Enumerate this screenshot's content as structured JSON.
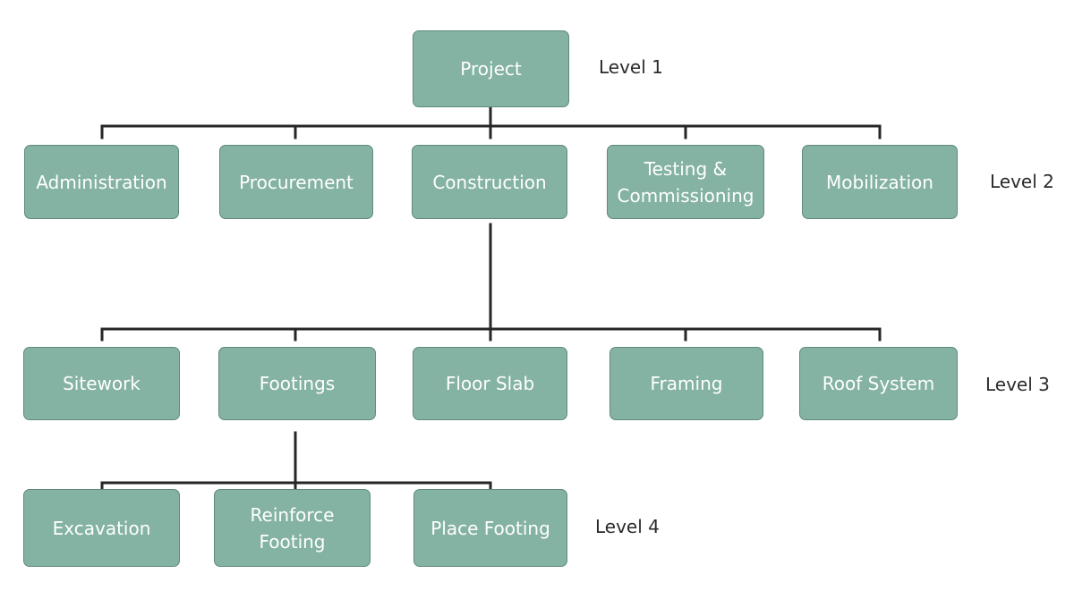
{
  "colors": {
    "node_fill": "#84b2a3",
    "node_border": "#5f8a7c",
    "node_text": "#ffffff",
    "connector": "#262626",
    "label_text": "#2b2b2b"
  },
  "levels": [
    {
      "label": "Level 1"
    },
    {
      "label": "Level 2"
    },
    {
      "label": "Level 3"
    },
    {
      "label": "Level 4"
    }
  ],
  "nodes": {
    "project": "Project",
    "administration": "Administration",
    "procurement": "Procurement",
    "construction": "Construction",
    "testing": "Testing &\nCommissioning",
    "mobilization": "Mobilization",
    "sitework": "Sitework",
    "footings": "Footings",
    "floor_slab": "Floor Slab",
    "framing": "Framing",
    "roof_system": "Roof System",
    "excavation": "Excavation",
    "reinforce_footing": "Reinforce\nFooting",
    "place_footing": "Place Footing"
  },
  "edges": [
    [
      "project",
      "administration"
    ],
    [
      "project",
      "procurement"
    ],
    [
      "project",
      "construction"
    ],
    [
      "project",
      "testing"
    ],
    [
      "project",
      "mobilization"
    ],
    [
      "construction",
      "sitework"
    ],
    [
      "construction",
      "footings"
    ],
    [
      "construction",
      "floor_slab"
    ],
    [
      "construction",
      "framing"
    ],
    [
      "construction",
      "roof_system"
    ],
    [
      "footings",
      "excavation"
    ],
    [
      "footings",
      "reinforce_footing"
    ],
    [
      "footings",
      "place_footing"
    ]
  ]
}
